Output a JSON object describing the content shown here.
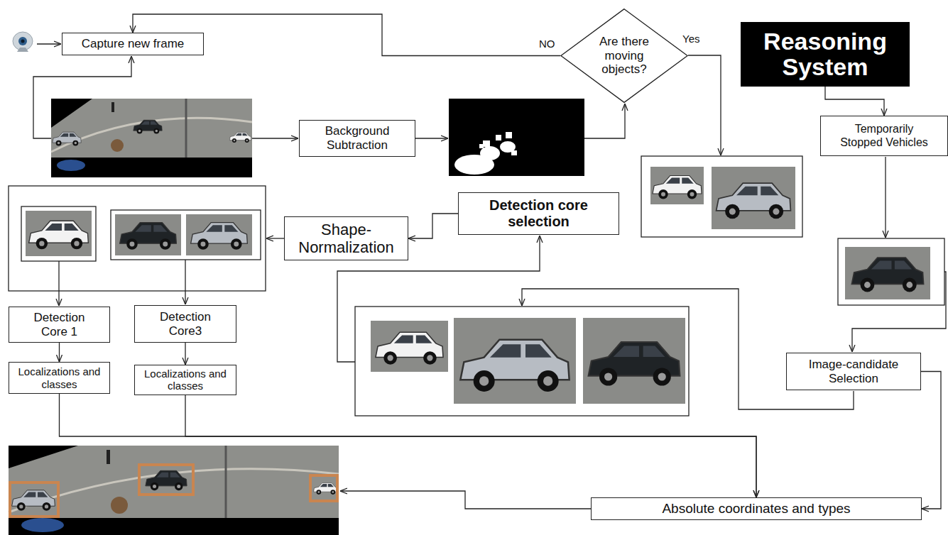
{
  "diagram": {
    "nodes": [
      {
        "text": [
          "Capture new frame"
        ]
      },
      {
        "text": [
          "Background Subtraction"
        ]
      },
      {
        "text": [
          "Are there moving objects?"
        ]
      },
      {
        "text": [
          "Reasoning System"
        ]
      },
      {
        "text": [
          "Temporarily Stopped Vehicles"
        ]
      },
      {
        "text": [
          "Detection core selection"
        ]
      },
      {
        "text": [
          "Shape-Normalization"
        ]
      },
      {
        "text": [
          "Detection Core 1"
        ]
      },
      {
        "text": [
          "Detection Core3"
        ]
      },
      {
        "text": [
          "Localizations and classes"
        ]
      },
      {
        "text": [
          "Localizations and classes"
        ]
      },
      {
        "text": [
          "Image-candidate Selection"
        ]
      },
      {
        "text": [
          "Absolute coordinates and types"
        ]
      }
    ],
    "edges": [
      {
        "from": 2,
        "to": 0,
        "label": "NO",
        "arrow": "to"
      },
      {
        "from": 3,
        "to": 4,
        "arrow": "to"
      },
      {
        "from": 5,
        "to": 6,
        "arrow": "to"
      },
      {
        "from": 7,
        "to": 9,
        "arrow": "to"
      },
      {
        "from": 8,
        "to": 10,
        "arrow": "to"
      },
      {
        "from": 9,
        "to": 12,
        "arrow": "to"
      },
      {
        "from": 10,
        "to": 12,
        "arrow": "to"
      },
      {
        "from": 11,
        "to": 12,
        "arrow": "to"
      }
    ],
    "labels": [
      "Yes"
    ]
  }
}
